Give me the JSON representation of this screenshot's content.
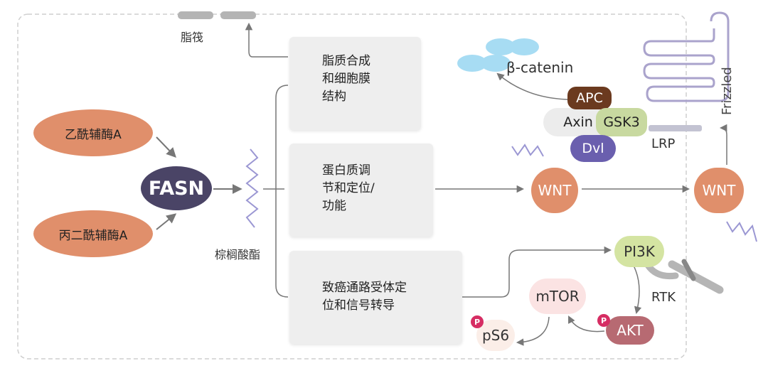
{
  "labels": {
    "lipid_raft": "脂筏",
    "palmitate": "棕榈酸酯",
    "beta_catenin": "β-catenin",
    "lrp": "LRP",
    "frizzled": "Frizzled",
    "rtk": "RTK"
  },
  "substrates": {
    "acetyl_coa": "乙酰辅酶A",
    "malonyl_coa": "丙二酰辅酶A"
  },
  "enzyme": "FASN",
  "functions": {
    "lipid": "脂质合成\n和细胞膜\n结构",
    "protein": "蛋白质调\n节和定位/\n功能",
    "oncogenic": "致癌通路受体定\n位和信号转导"
  },
  "wnt_complex": {
    "apc": "APC",
    "axin": "Axin",
    "gsk3": "GSK3",
    "dvl": "Dvl"
  },
  "wnt": {
    "left": "WNT",
    "right": "WNT"
  },
  "pi3k_pathway": {
    "pi3k": "PI3K",
    "akt": "AKT",
    "mtor": "mTOR",
    "ps6": "pS6",
    "phospho": "P"
  },
  "colors": {
    "salmon": "#e08f6b",
    "fasn": "#4a4466",
    "apc": "#6b3a1f",
    "gsk3": "#c8d9a0",
    "dvl": "#6a5fae",
    "pi3k": "#d4e4a2",
    "akt": "#b76a72",
    "mtor": "#fbe3e3",
    "ps6": "#fbeee8",
    "phospho": "#d62d63",
    "beta": "#a7dcf3",
    "arrow": "#777777",
    "palmitate": "#9b97d3",
    "membrane": "#aaa3cc"
  }
}
